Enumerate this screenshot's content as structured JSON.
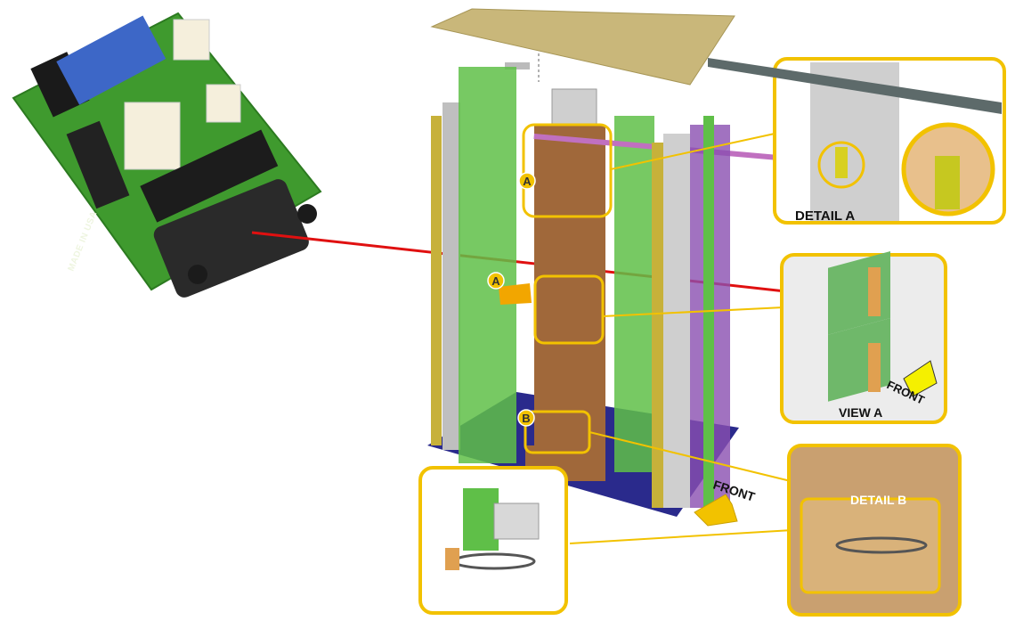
{
  "labels": {
    "detail_a": "DETAIL A",
    "view_a": "VIEW A",
    "detail_b": "DETAIL B",
    "front_view_a": "FRONT",
    "front_main": "FRONT"
  },
  "callouts": {
    "a_top": "A",
    "a_arrow": "A",
    "b": "B"
  },
  "pcb_marking": "MADE IN USA",
  "colors": {
    "callout_yellow": "#f2c200",
    "link_red": "#e01010",
    "pcb_green": "#3f9a2e",
    "base_blue": "#2a2a8c"
  }
}
